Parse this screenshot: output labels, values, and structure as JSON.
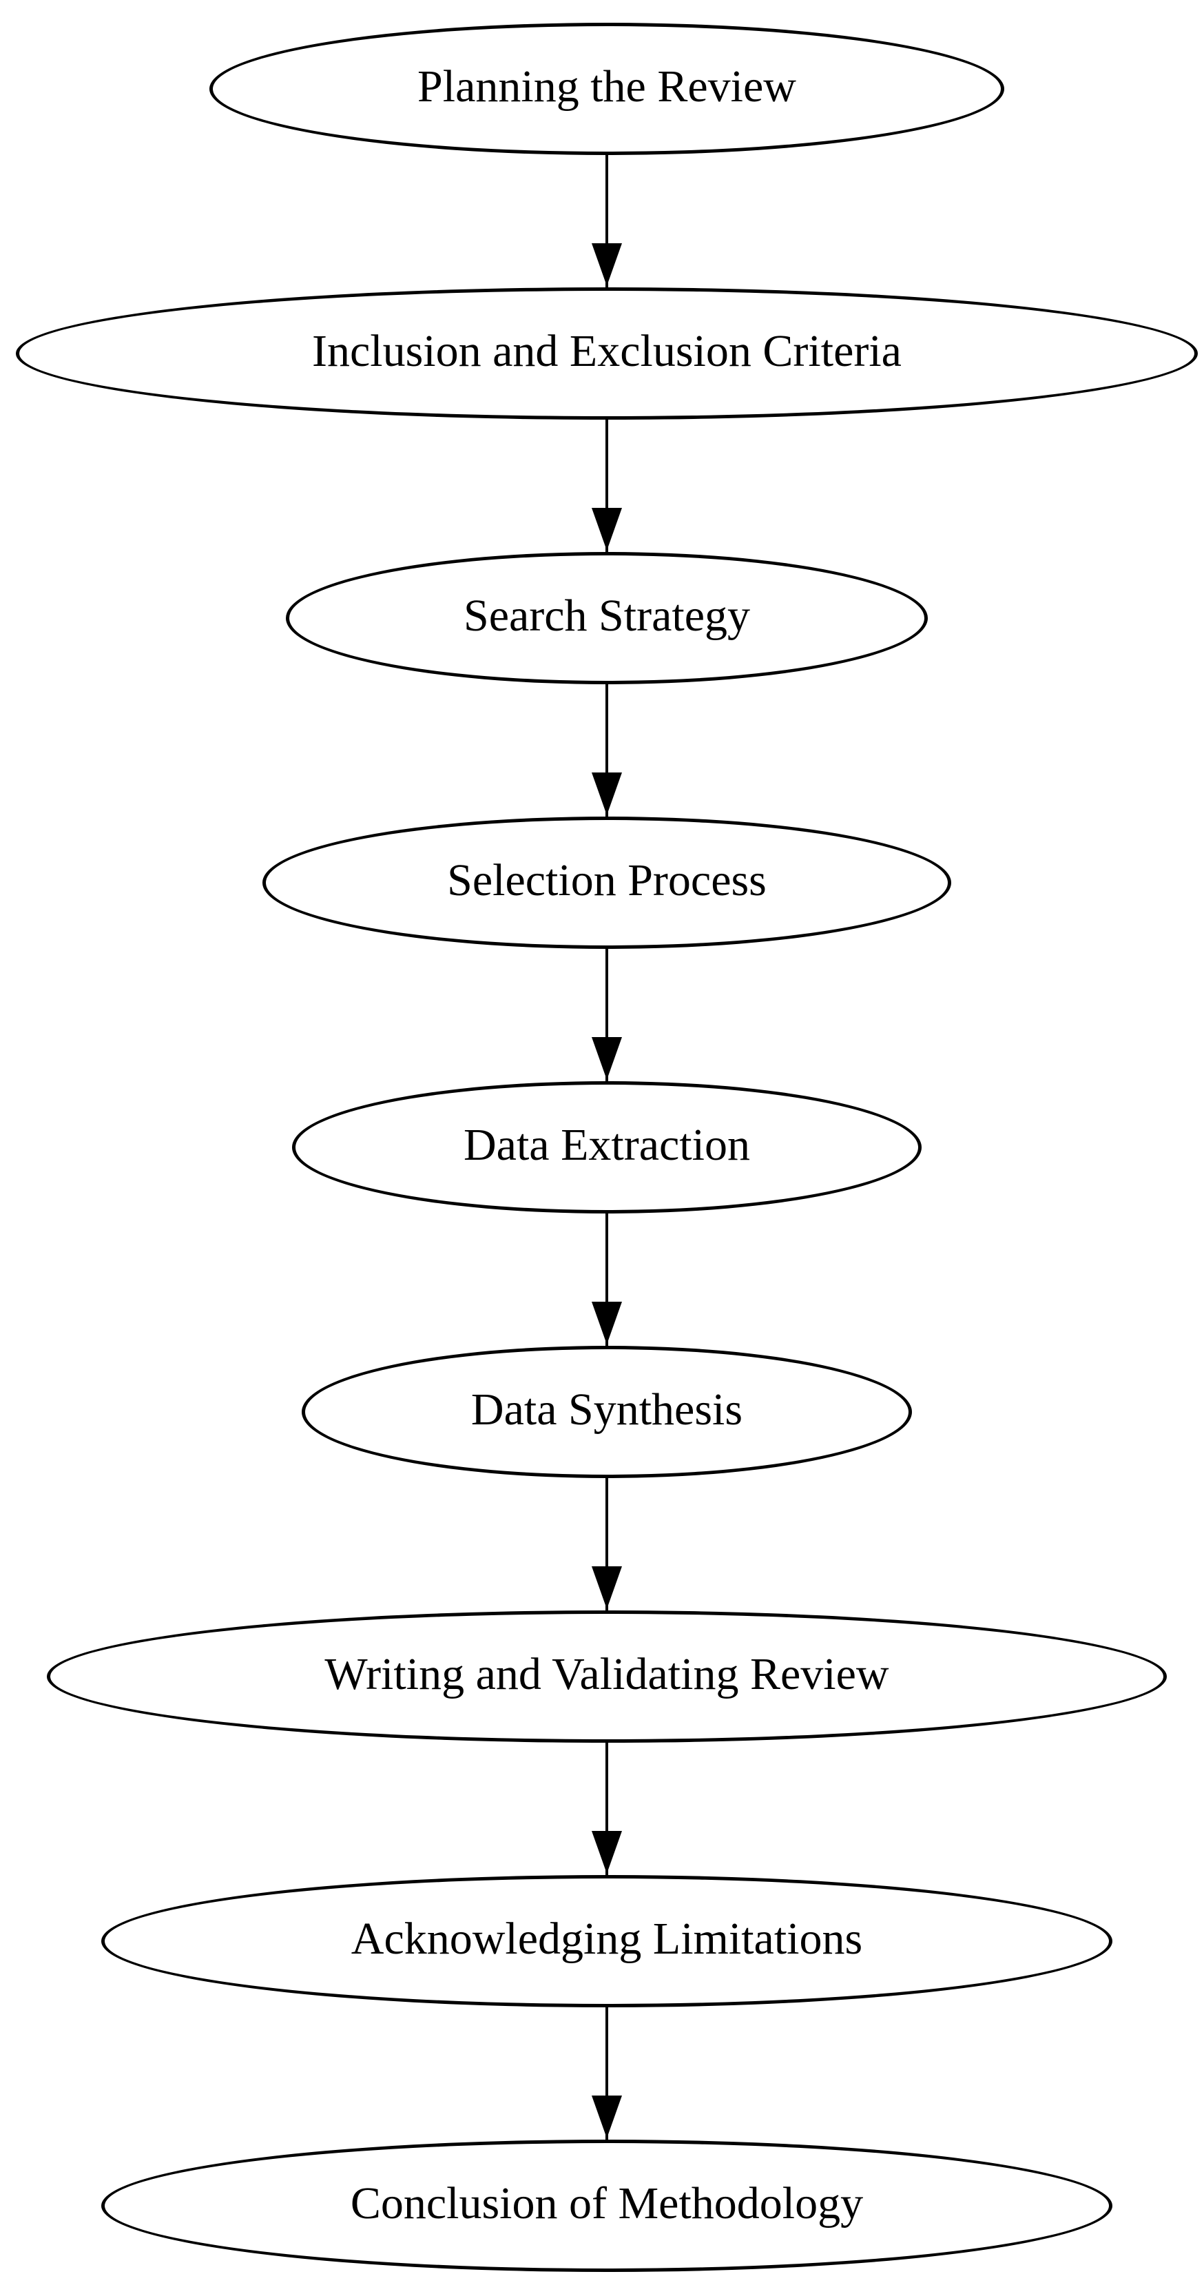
{
  "diagram": {
    "type": "flowchart",
    "orientation": "top-to-bottom",
    "background_color": "#ffffff",
    "stroke_color": "#000000",
    "text_color": "#000000",
    "node_shape": "ellipse",
    "arrow_style": "filled-triangle-down",
    "nodes": [
      {
        "id": 1,
        "label": "Planning the Review"
      },
      {
        "id": 2,
        "label": "Inclusion and Exclusion Criteria"
      },
      {
        "id": 3,
        "label": "Search Strategy"
      },
      {
        "id": 4,
        "label": "Selection Process"
      },
      {
        "id": 5,
        "label": "Data Extraction"
      },
      {
        "id": 6,
        "label": "Data Synthesis"
      },
      {
        "id": 7,
        "label": "Writing and Validating Review"
      },
      {
        "id": 8,
        "label": "Acknowledging Limitations"
      },
      {
        "id": 9,
        "label": "Conclusion of Methodology"
      }
    ],
    "edges": [
      {
        "from": "Planning the Review",
        "to": "Inclusion and Exclusion Criteria"
      },
      {
        "from": "Inclusion and Exclusion Criteria",
        "to": "Search Strategy"
      },
      {
        "from": "Search Strategy",
        "to": "Selection Process"
      },
      {
        "from": "Selection Process",
        "to": "Data Extraction"
      },
      {
        "from": "Data Extraction",
        "to": "Data Synthesis"
      },
      {
        "from": "Data Synthesis",
        "to": "Writing and Validating Review"
      },
      {
        "from": "Writing and Validating Review",
        "to": "Acknowledging Limitations"
      },
      {
        "from": "Acknowledging Limitations",
        "to": "Conclusion of Methodology"
      }
    ]
  }
}
